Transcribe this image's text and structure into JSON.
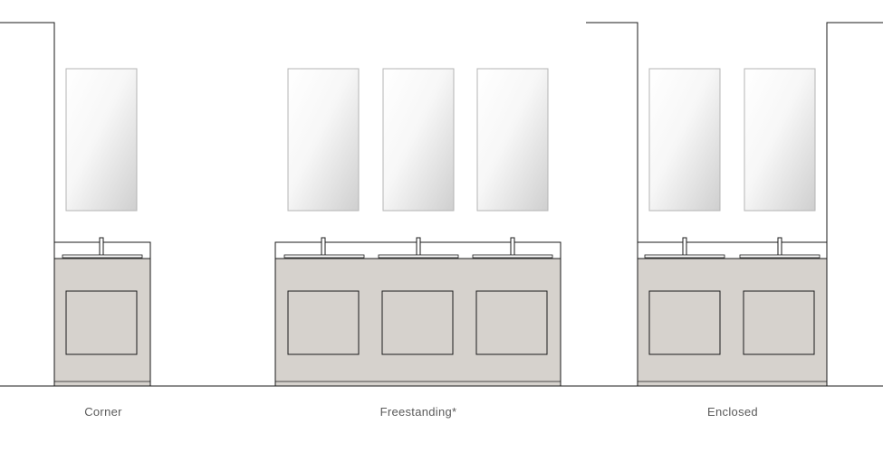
{
  "captions": {
    "corner": "Corner",
    "freestanding": "Freestanding*",
    "enclosed": "Enclosed"
  },
  "colors": {
    "cabinet": "#d6d2cd",
    "line": "#1a1a1a",
    "mirror_edge": "#b4b4b4",
    "caption": "#5a5a5a"
  },
  "configurations": [
    {
      "name_key": "corner",
      "sinks": 1,
      "mirrors": 1,
      "walls": [
        "left"
      ]
    },
    {
      "name_key": "freestanding",
      "sinks": 3,
      "mirrors": 3,
      "walls": []
    },
    {
      "name_key": "enclosed",
      "sinks": 2,
      "mirrors": 2,
      "walls": [
        "left",
        "right"
      ]
    }
  ]
}
